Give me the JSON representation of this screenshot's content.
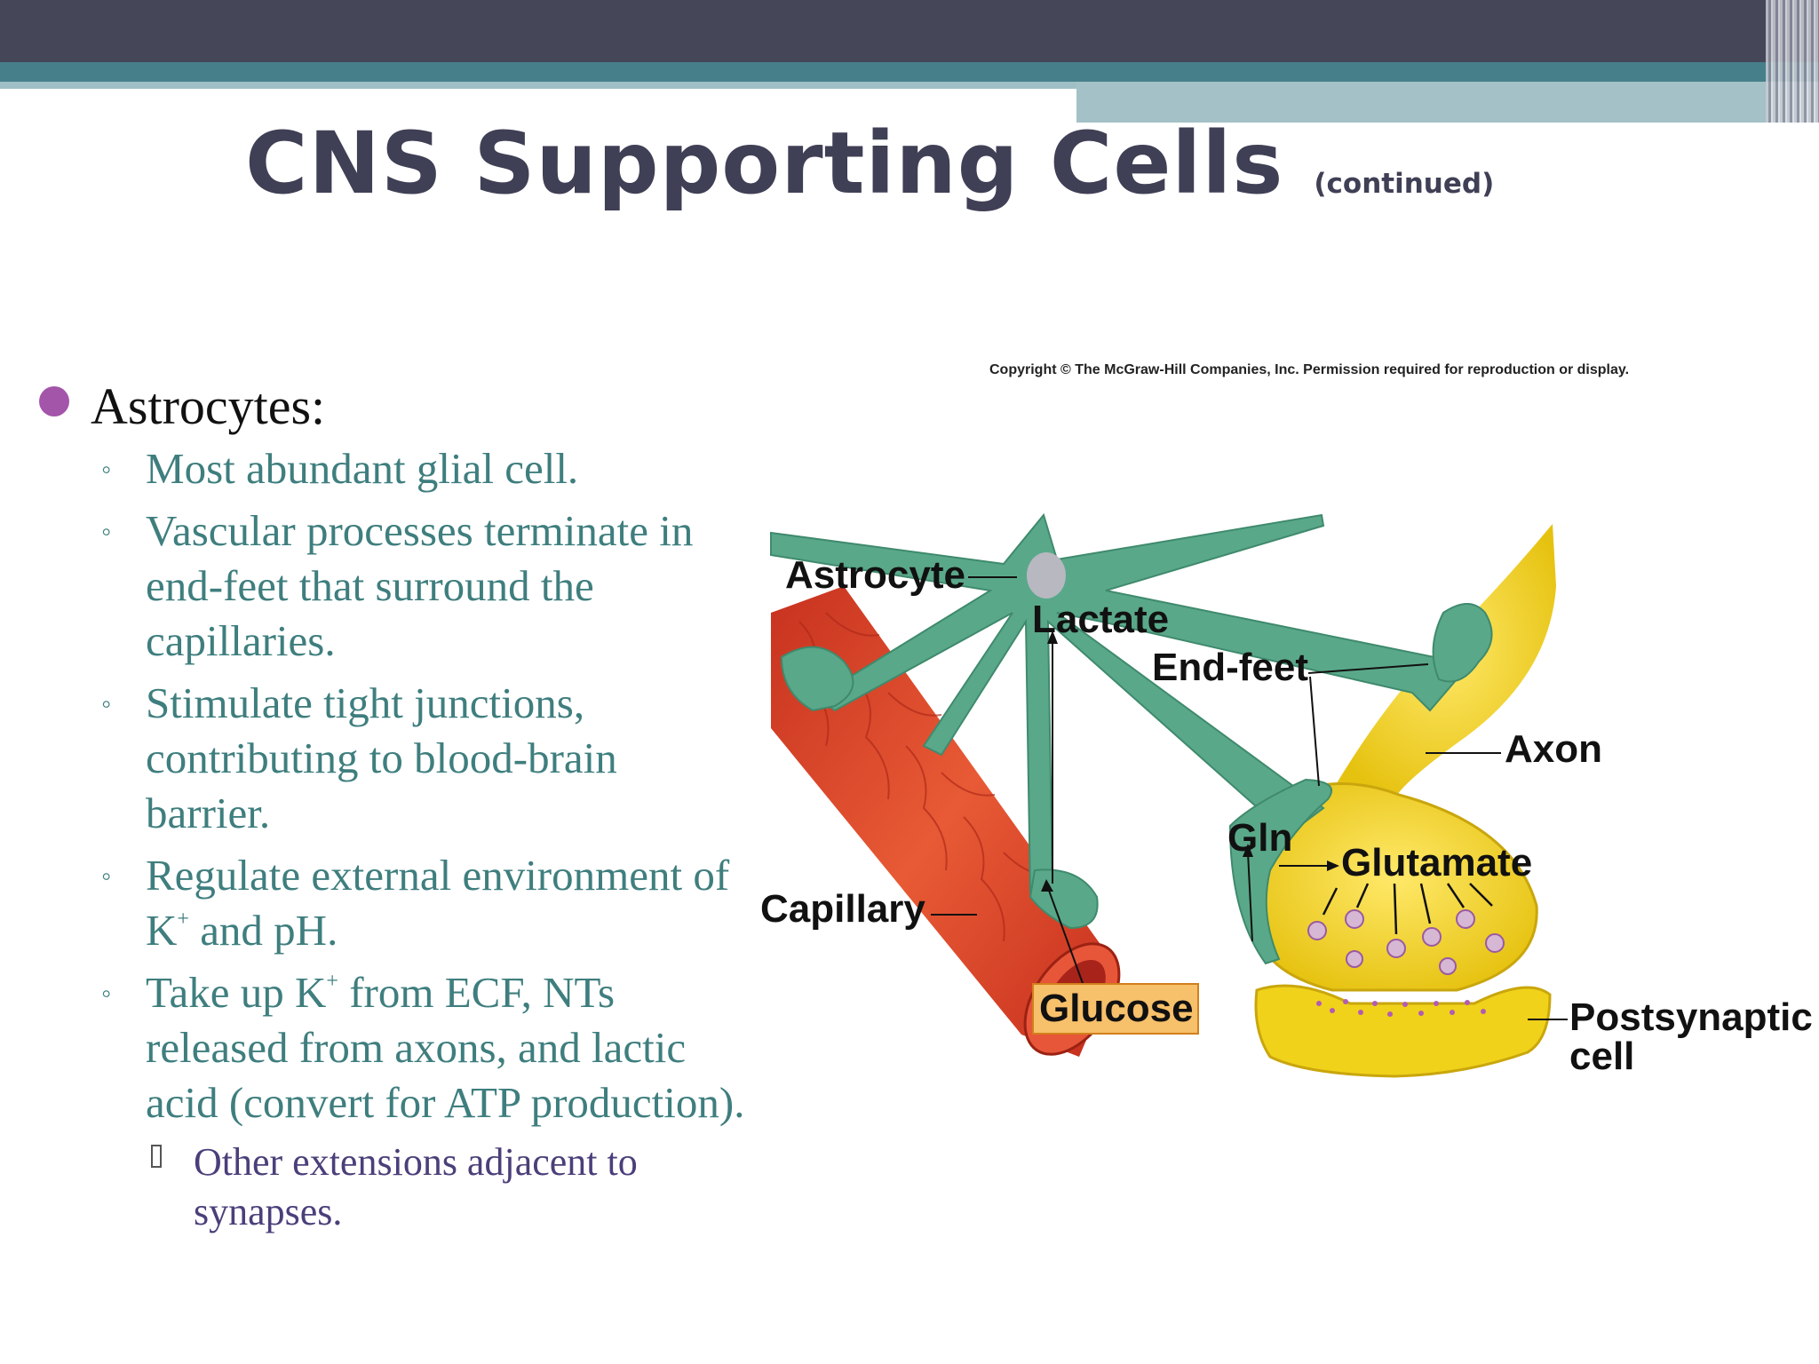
{
  "slide": {
    "title": "CNS Supporting Cells",
    "subtitle": "(continued)"
  },
  "bullets": {
    "heading": "Astrocytes:",
    "items": [
      {
        "text": "Most abundant glial cell."
      },
      {
        "text": "Vascular processes terminate in end-feet that surround the capillaries."
      },
      {
        "text": "Stimulate tight junctions, contributing to blood-brain barrier."
      },
      {
        "before": "Regulate external environment of K",
        "sup": "+",
        "after": " and pH."
      },
      {
        "before": "Take up K",
        "sup": "+",
        "after": " from ECF, NTs released from axons, and lactic acid (convert for ATP production)."
      }
    ],
    "subitem": "Other extensions adjacent to synapses."
  },
  "figure": {
    "copyright": "Copyright © The McGraw-Hill Companies, Inc. Permission required for reproduction or display.",
    "labels": {
      "astrocyte": "Astrocyte",
      "lactate": "Lactate",
      "end_feet": "End-feet",
      "axon": "Axon",
      "gln": "Gln",
      "glutamate": "Glutamate",
      "capillary": "Capillary",
      "glucose": "Glucose",
      "postsynaptic_1": "Postsynaptic",
      "postsynaptic_2": "cell"
    }
  },
  "colors": {
    "header": "#464659",
    "accent_teal": "#467f89",
    "bullet_purple": "#a355a9",
    "text_teal": "#3f7e7e",
    "astrocyte_green": "#5aa88a",
    "capillary_red": "#e0452b",
    "axon_yellow": "#f1d31c"
  }
}
